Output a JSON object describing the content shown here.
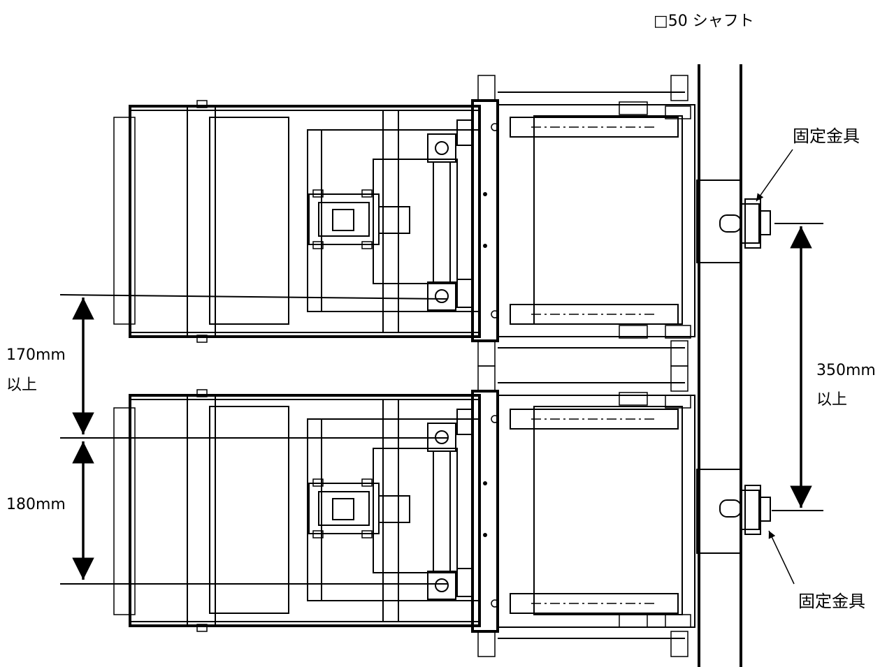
{
  "labels": {
    "shaft": "□50 シャフト",
    "bracket_top": "固定金具",
    "bracket_bottom": "固定金具",
    "dim_170": "170mm",
    "dim_170_sub": "以上",
    "dim_180": "180mm",
    "dim_350": "350mm",
    "dim_350_sub": "以上"
  }
}
